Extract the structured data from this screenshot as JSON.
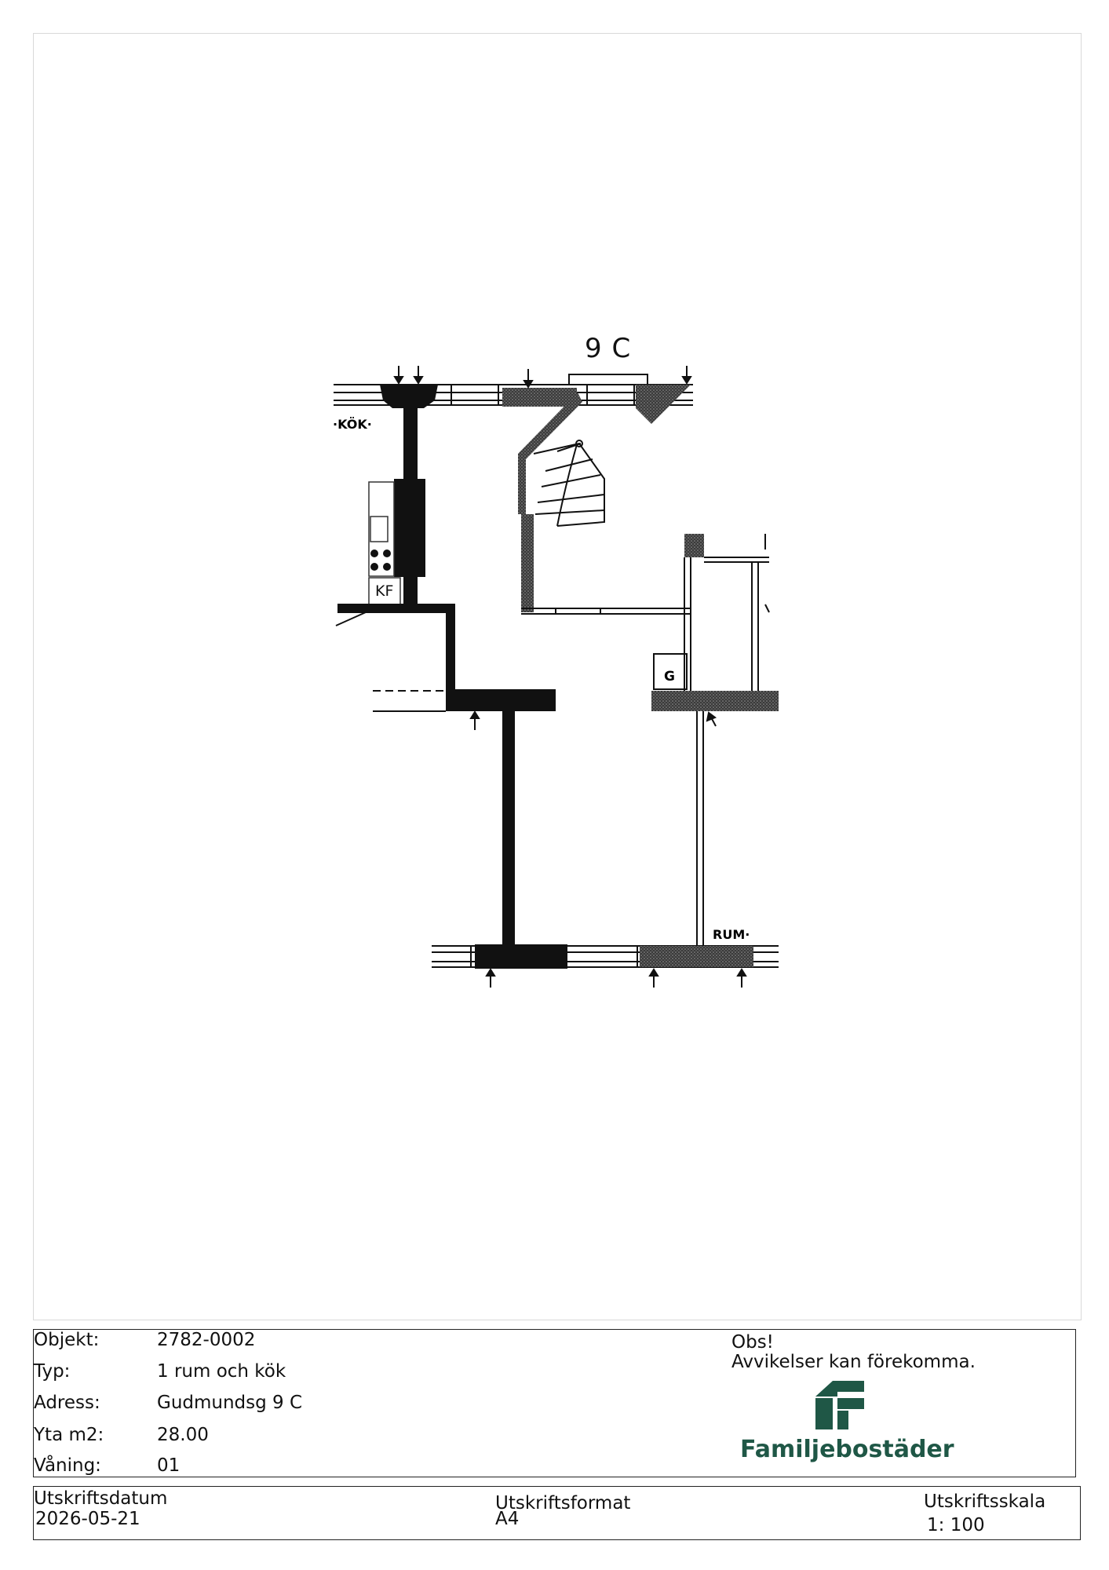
{
  "plan": {
    "title": "9 C",
    "kf_label": "KF",
    "room_labels": {
      "kitchen": "·KÖK·",
      "room": "RUM·",
      "g": "G"
    }
  },
  "info": {
    "fields": [
      {
        "label": "Objekt:",
        "value": "2782-0002"
      },
      {
        "label": "Typ:",
        "value": "1 rum och kök"
      },
      {
        "label": "Adress:",
        "value": "Gudmundsg 9 C"
      },
      {
        "label": "Yta m2:",
        "value": "28.00"
      },
      {
        "label": "Våning:",
        "value": "01"
      }
    ],
    "obs_title": "Obs!",
    "obs_text": "Avvikelser kan förekomma.",
    "logo_text": "Familjebostäder",
    "brand_color": "#1f5746"
  },
  "footer": {
    "print_date_label": "Utskriftsdatum",
    "print_date": "2026-05-21",
    "format_label": "Utskriftsformat",
    "format": "A4",
    "scale_label": "Utskriftsskala",
    "scale": "1: 100"
  }
}
